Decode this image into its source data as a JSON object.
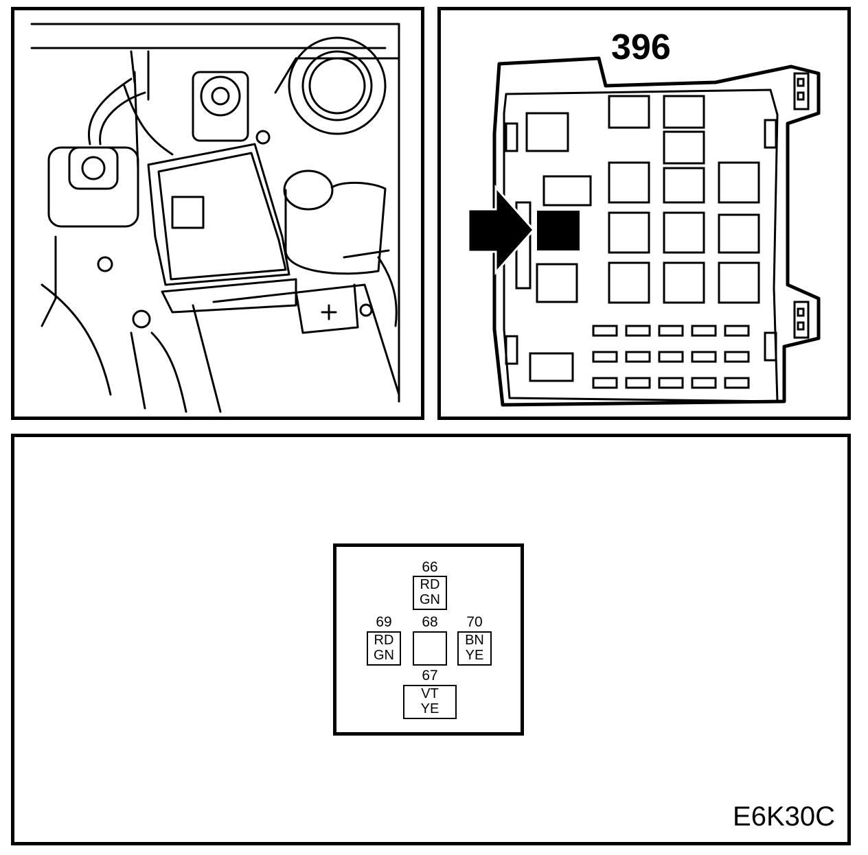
{
  "fusebox": {
    "component_number": "396"
  },
  "connector": {
    "pins": [
      {
        "number": "66",
        "colour_top": "RD",
        "colour_bottom": "GN"
      },
      {
        "number": "69",
        "colour_top": "RD",
        "colour_bottom": "GN"
      },
      {
        "number": "68",
        "colour_top": "",
        "colour_bottom": ""
      },
      {
        "number": "70",
        "colour_top": "BN",
        "colour_bottom": "YE"
      },
      {
        "number": "67",
        "colour_top": "VT",
        "colour_bottom": "YE"
      }
    ]
  },
  "figure_code": "E6K30C"
}
